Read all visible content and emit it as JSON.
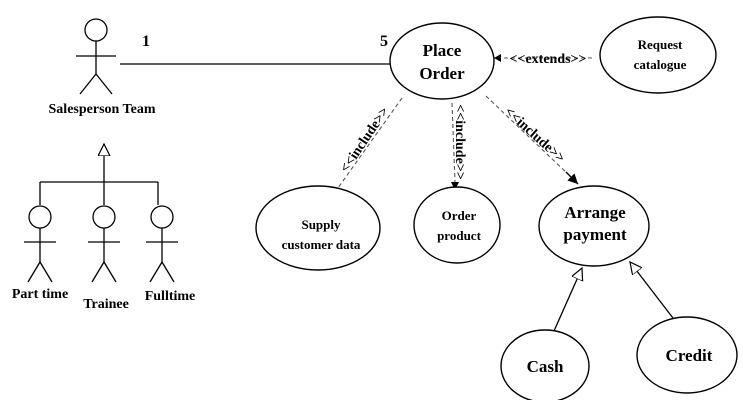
{
  "actors": {
    "salesperson_team": "Salesperson Team",
    "part_time": "Part time",
    "trainee": "Trainee",
    "fulltime": "Fulltime"
  },
  "multiplicity": {
    "actor_end": "1",
    "usecase_end": "5"
  },
  "use_cases": {
    "place_order": [
      "Place",
      "Order"
    ],
    "request_catalogue": [
      "Request",
      "catalogue"
    ],
    "supply_customer_data": [
      "Supply",
      "customer data"
    ],
    "order_product": [
      "Order",
      "product"
    ],
    "arrange_payment": [
      "Arrange",
      "payment"
    ],
    "cash": "Cash",
    "credit": "Credit"
  },
  "relationships": {
    "extends": "<<extends>>",
    "include_1": "<<include>>",
    "include_2": "<<include>>",
    "include_3": "<<include>>"
  }
}
